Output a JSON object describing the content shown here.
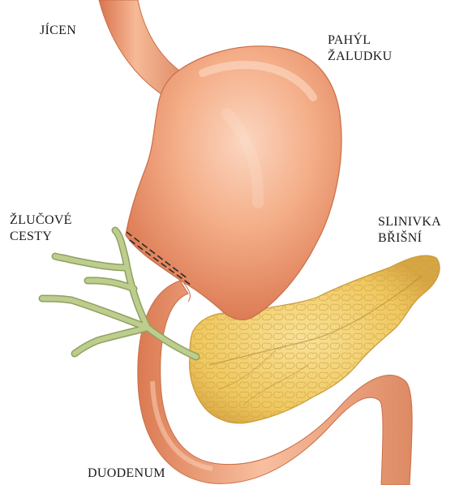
{
  "labels": {
    "esophagus": [
      "JÍCEN"
    ],
    "stomach_stump": [
      "PAHÝL",
      "ŽALUDKU"
    ],
    "bile_ducts": [
      "ŽLUČOVÉ",
      "CESTY"
    ],
    "pancreas": [
      "SLINIVKA",
      "BŘIŠNÍ"
    ],
    "duodenum": [
      "DUODENUM"
    ]
  },
  "colors": {
    "stomach": "#f0a07a",
    "stomach_shadow": "#d97a55",
    "stomach_highlight": "#fbd0b6",
    "pancreas": "#f2d27a",
    "pancreas_edge": "#d3a84a",
    "bile_duct": "#b9c98a",
    "bile_duct_edge": "#8fa060",
    "resection_line": "#2b2b2b"
  }
}
